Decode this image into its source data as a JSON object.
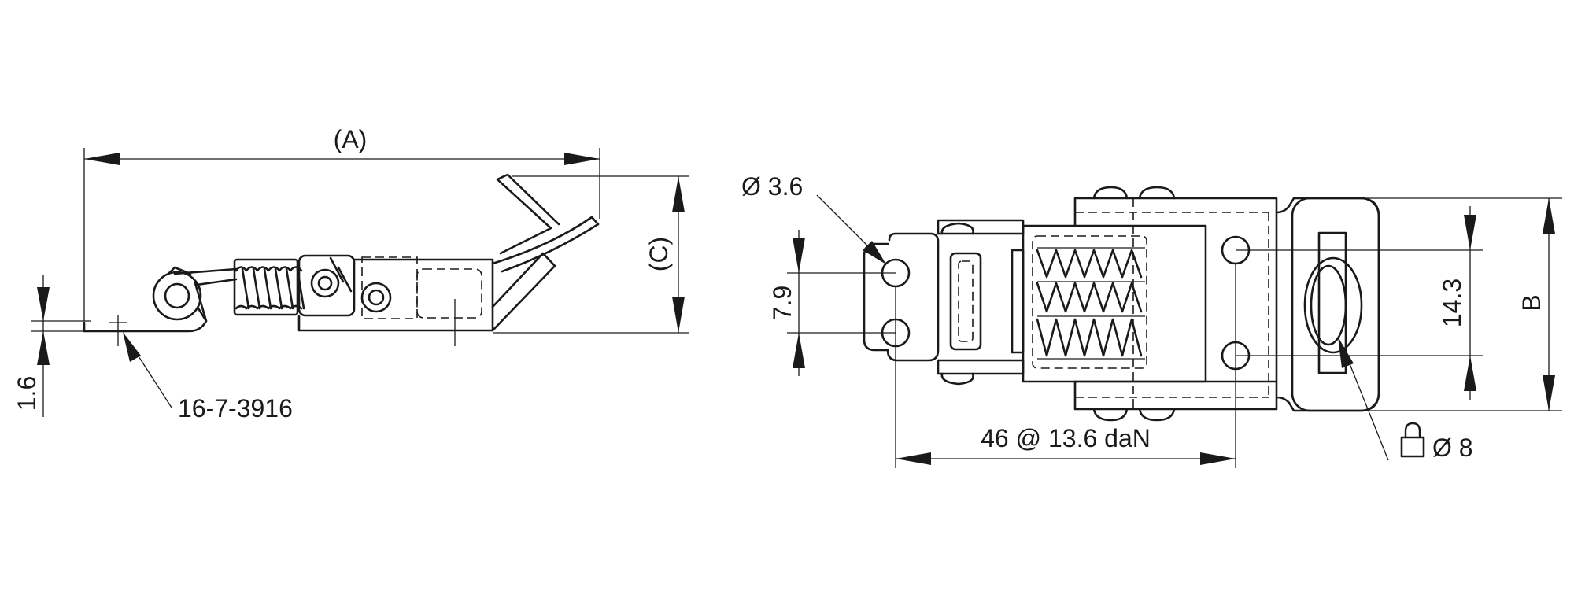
{
  "drawing": {
    "side_view": {
      "dim_a_label": "(A)",
      "dim_c_label": "(C)",
      "thickness_label": "1.6",
      "part_number": "16-7-3916"
    },
    "top_view": {
      "hole_diameter_label": "Ø 3.6",
      "hole_spacing_label": "7.9",
      "span_label": "46 @ 13.6 daN",
      "keeper_height_label": "14.3",
      "overall_height_label": "B",
      "padlock_label": "Ø 8",
      "padlock_icon": "padlock-icon"
    }
  }
}
